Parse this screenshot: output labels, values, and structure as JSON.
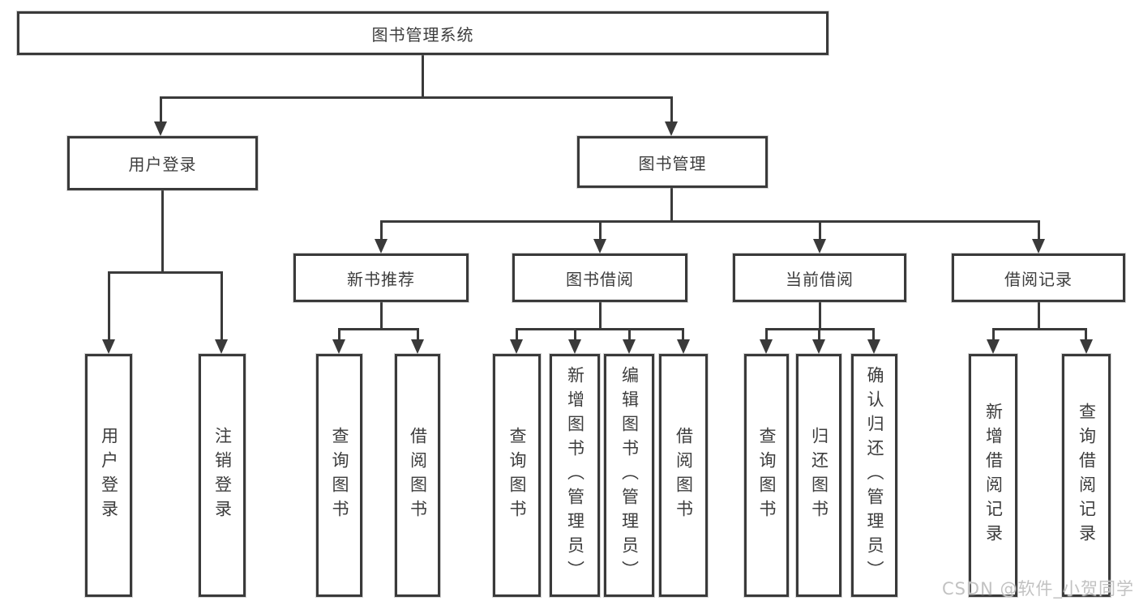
{
  "diagram_title": "图书管理系统",
  "tree": {
    "label": "图书管理系统",
    "children": [
      {
        "label": "用户登录",
        "children": [
          {
            "label": "用户登录"
          },
          {
            "label": "注销登录"
          }
        ]
      },
      {
        "label": "图书管理",
        "children": [
          {
            "label": "新书推荐",
            "children": [
              {
                "label": "查询图书"
              },
              {
                "label": "借阅图书"
              }
            ]
          },
          {
            "label": "图书借阅",
            "children": [
              {
                "label": "查询图书"
              },
              {
                "label": "新增图书（管理员）"
              },
              {
                "label": "编辑图书（管理员）"
              },
              {
                "label": "借阅图书"
              }
            ]
          },
          {
            "label": "当前借阅",
            "children": [
              {
                "label": "查询图书"
              },
              {
                "label": "归还图书"
              },
              {
                "label": "确认归还（管理员）"
              }
            ]
          },
          {
            "label": "借阅记录",
            "children": [
              {
                "label": "新增借阅记录"
              },
              {
                "label": "查询借阅记录"
              }
            ]
          }
        ]
      }
    ]
  },
  "watermark": {
    "text": "CSDN @软件_小贺同学"
  },
  "colors": {
    "line": "#3a3a3a",
    "box_border": "#3a3a3a",
    "text": "#3d3d3d",
    "watermark": "#c2c2c2",
    "background": "#ffffff"
  }
}
